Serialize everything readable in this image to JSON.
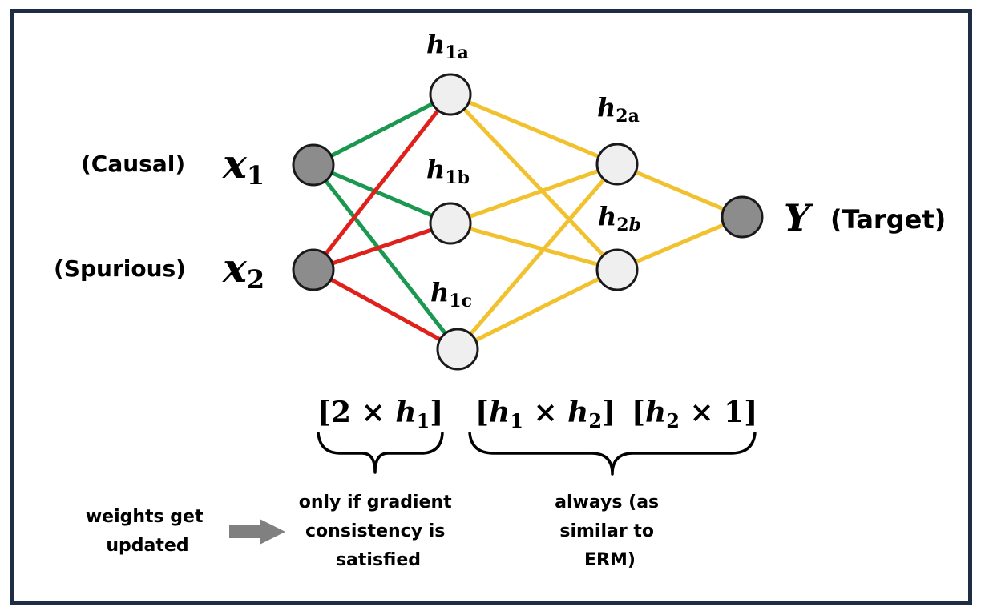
{
  "inputs": {
    "x1": {
      "var": "x",
      "sub": "1",
      "role": "(Causal)"
    },
    "x2": {
      "var": "x",
      "sub": "2",
      "role": "(Spurious)"
    }
  },
  "hidden1": {
    "a": {
      "var": "h",
      "sub": "1a"
    },
    "b": {
      "var": "h",
      "sub": "1b"
    },
    "c": {
      "var": "h",
      "sub": "1c"
    }
  },
  "hidden2": {
    "a": {
      "var": "h",
      "sub": "2a"
    },
    "b": {
      "var": "h",
      "sub": "2",
      "sub_italic": "b"
    }
  },
  "output": {
    "var": "Y",
    "role": "(Target)"
  },
  "matrices": {
    "m1": {
      "open": "[2 × ",
      "var": "h",
      "sub": "1",
      "close": "]"
    },
    "m2": {
      "open": "[",
      "var1": "h",
      "sub1": "1",
      "times": " × ",
      "var2": "h",
      "sub2": "2",
      "close": "]"
    },
    "m3": {
      "open": "[",
      "var": "h",
      "sub": "2",
      "rest": " × 1]"
    }
  },
  "notes": {
    "weights": [
      "weights get",
      "updated"
    ],
    "gradient": [
      "only if gradient",
      "consistency is",
      "satisfied"
    ],
    "always": [
      "always (as",
      "similar to",
      "ERM)"
    ]
  },
  "colors": {
    "causal_edge": "#1a9850",
    "spurious_edge": "#e0201b",
    "hidden_edge": "#f2c12e",
    "input_node": "#8c8c8c",
    "hidden_node": "#efefef",
    "arrow": "#808080",
    "frame": "#1f2d44"
  }
}
